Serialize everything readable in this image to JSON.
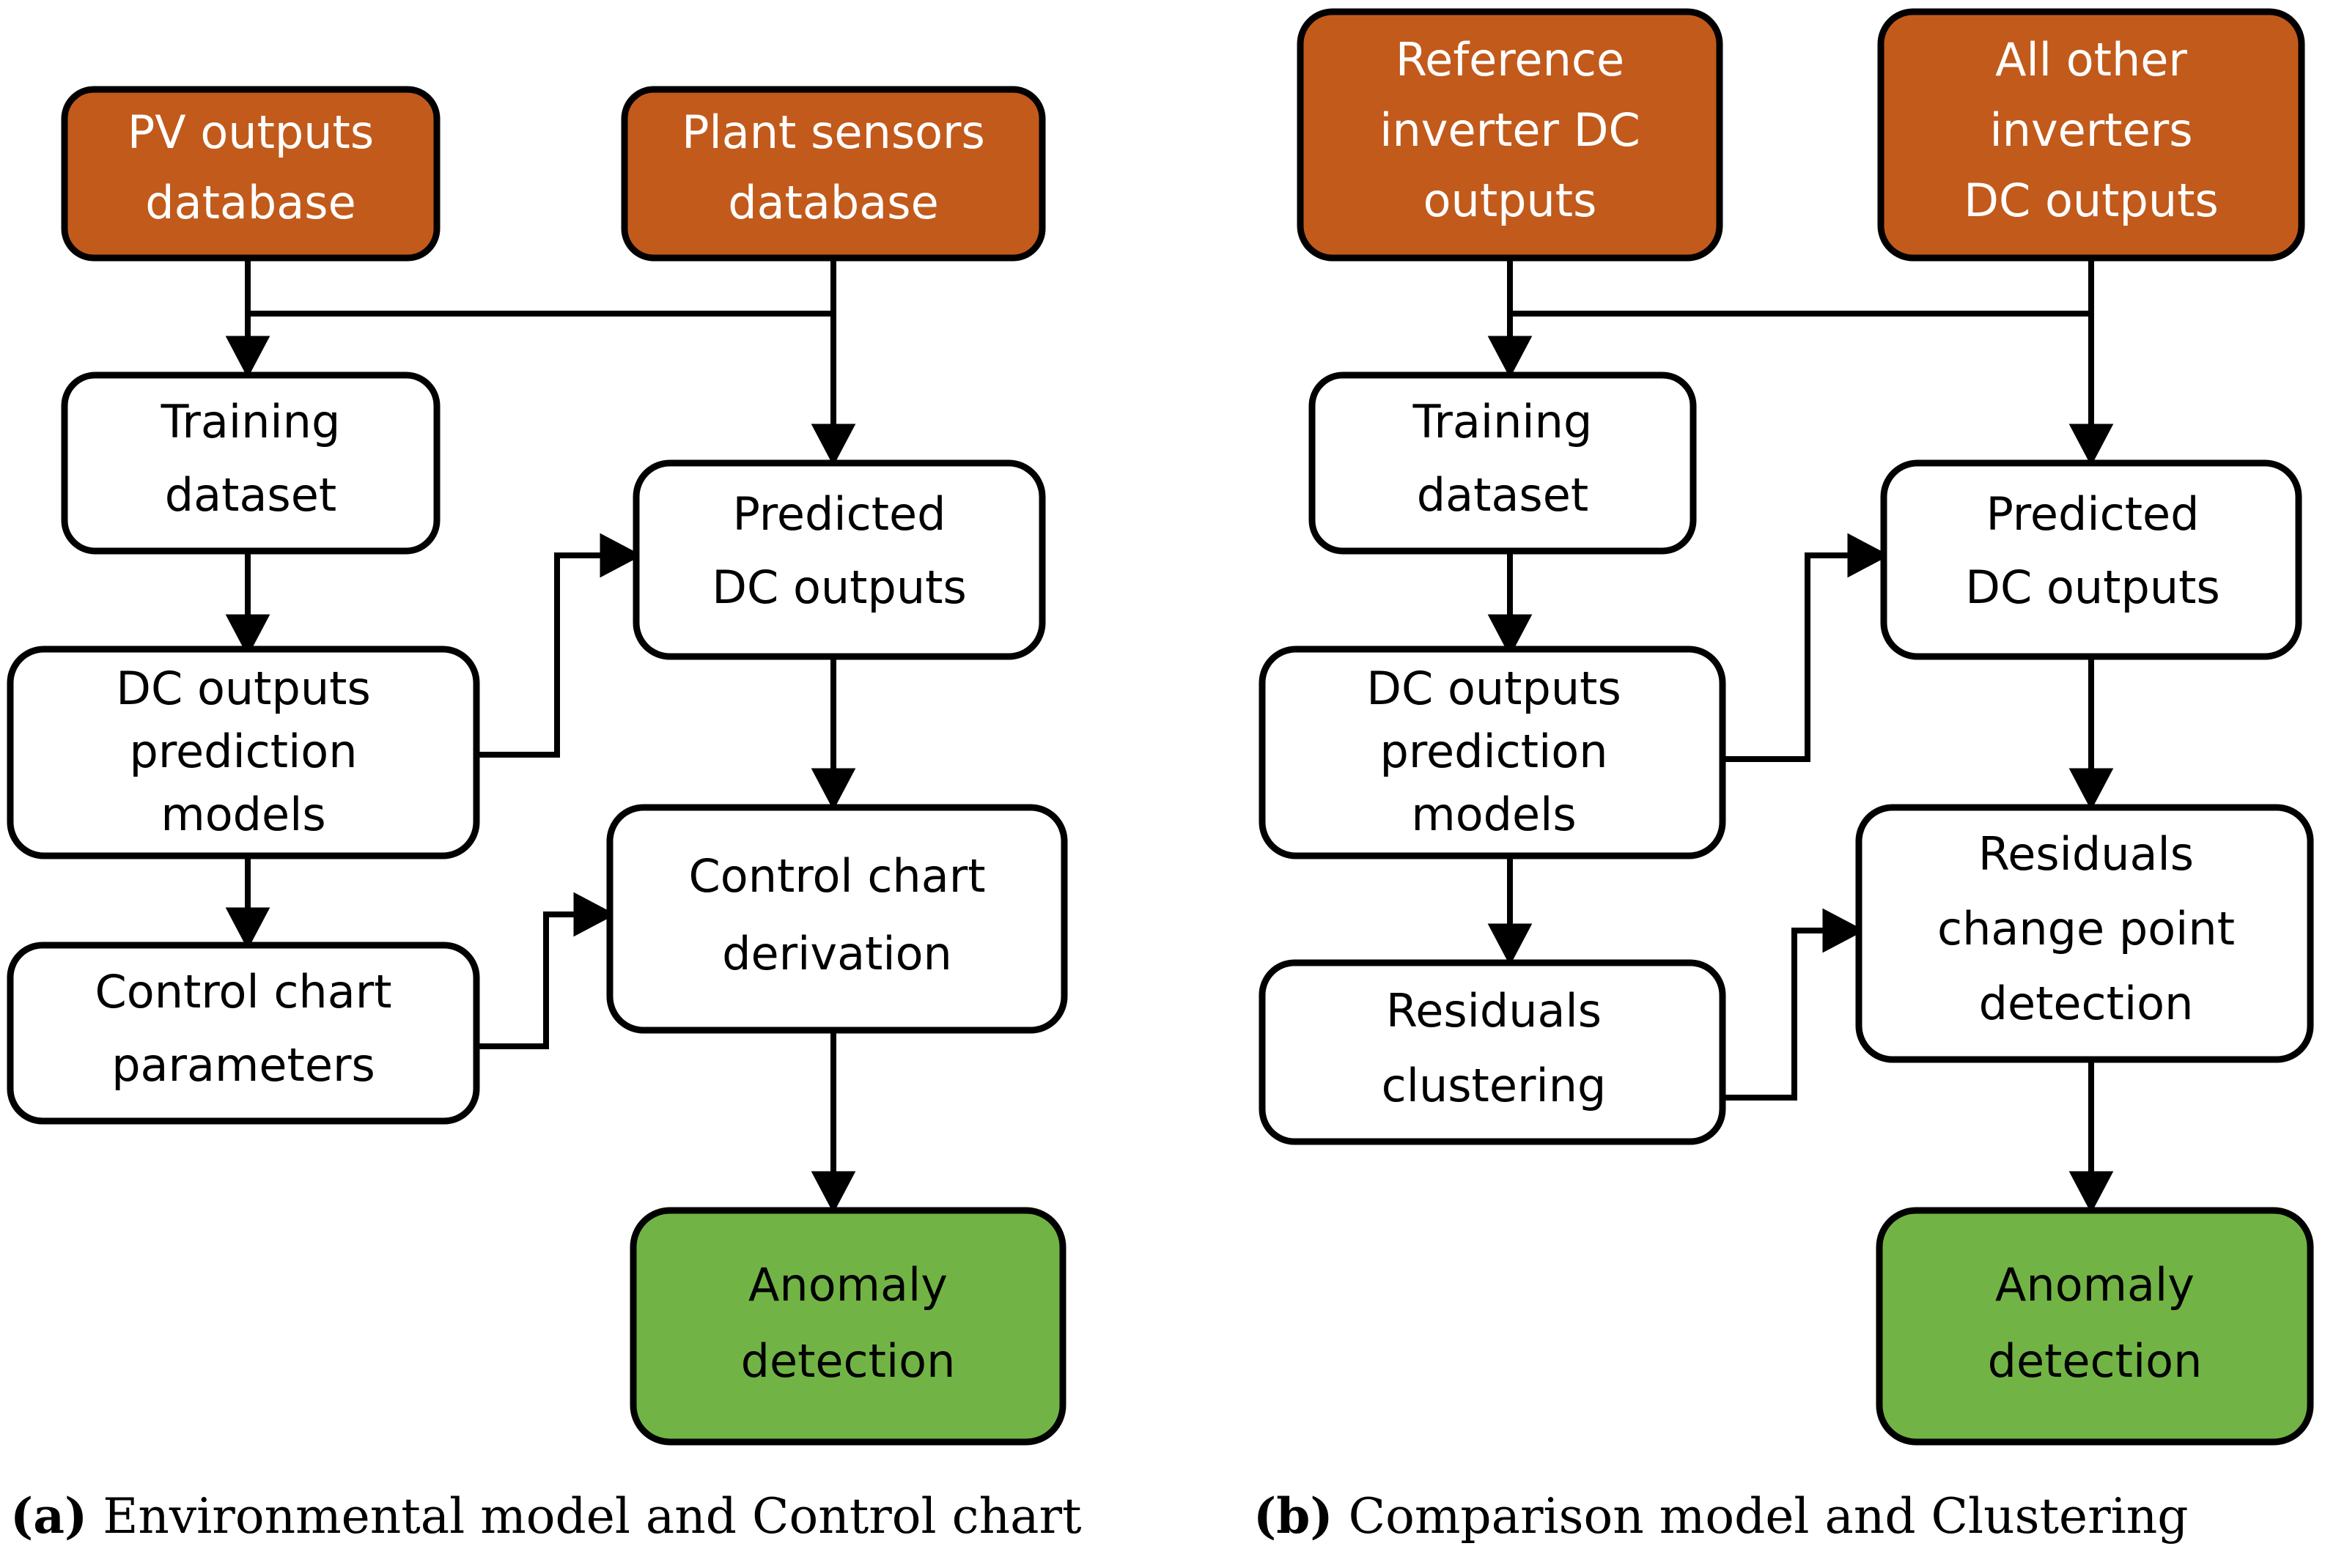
{
  "figure": {
    "type": "flowchart",
    "panels": [
      {
        "id": "a",
        "caption_letter": "(a)",
        "caption_text": " Environmental model and Control chart",
        "nodes": [
          {
            "id": "a-pv-db",
            "label_line1": "PV outputs",
            "label_line2": "database",
            "label_line3": "",
            "color": "orange"
          },
          {
            "id": "a-sensors-db",
            "label_line1": "Plant sensors",
            "label_line2": "database",
            "label_line3": "",
            "color": "orange"
          },
          {
            "id": "a-training",
            "label_line1": "Training",
            "label_line2": "dataset",
            "label_line3": "",
            "color": "white"
          },
          {
            "id": "a-models",
            "label_line1": "DC outputs",
            "label_line2": "prediction",
            "label_line3": "models",
            "color": "white"
          },
          {
            "id": "a-cc-params",
            "label_line1": "Control chart",
            "label_line2": "parameters",
            "label_line3": "",
            "color": "white"
          },
          {
            "id": "a-predicted",
            "label_line1": "Predicted",
            "label_line2": "DC outputs",
            "label_line3": "",
            "color": "white"
          },
          {
            "id": "a-cc-deriv",
            "label_line1": "Control chart",
            "label_line2": "derivation",
            "label_line3": "",
            "color": "white"
          },
          {
            "id": "a-anomaly",
            "label_line1": "Anomaly",
            "label_line2": "detection",
            "label_line3": "",
            "color": "green"
          }
        ],
        "edges": [
          {
            "from": "a-pv-db",
            "to": "a-training"
          },
          {
            "from": "a-pv-db",
            "to": "a-predicted"
          },
          {
            "from": "a-sensors-db",
            "to": "a-predicted"
          },
          {
            "from": "a-training",
            "to": "a-models"
          },
          {
            "from": "a-models",
            "to": "a-cc-params"
          },
          {
            "from": "a-models",
            "to": "a-predicted"
          },
          {
            "from": "a-cc-params",
            "to": "a-cc-deriv"
          },
          {
            "from": "a-predicted",
            "to": "a-cc-deriv"
          },
          {
            "from": "a-cc-deriv",
            "to": "a-anomaly"
          }
        ]
      },
      {
        "id": "b",
        "caption_letter": "(b)",
        "caption_text": " Comparison model and Clustering",
        "nodes": [
          {
            "id": "b-ref-inv",
            "label_line1": "Reference",
            "label_line2": "inverter DC",
            "label_line3": "outputs",
            "color": "orange"
          },
          {
            "id": "b-all-inv",
            "label_line1": "All other",
            "label_line2": "inverters",
            "label_line3": "DC outputs",
            "color": "orange"
          },
          {
            "id": "b-training",
            "label_line1": "Training",
            "label_line2": "dataset",
            "label_line3": "",
            "color": "white"
          },
          {
            "id": "b-models",
            "label_line1": "DC outputs",
            "label_line2": "prediction",
            "label_line3": "models",
            "color": "white"
          },
          {
            "id": "b-clustering",
            "label_line1": "Residuals",
            "label_line2": "clustering",
            "label_line3": "",
            "color": "white"
          },
          {
            "id": "b-predicted",
            "label_line1": "Predicted",
            "label_line2": "DC outputs",
            "label_line3": "",
            "color": "white"
          },
          {
            "id": "b-changepoint",
            "label_line1": "Residuals",
            "label_line2": "change point",
            "label_line3": "detection",
            "color": "white"
          },
          {
            "id": "b-anomaly",
            "label_line1": "Anomaly",
            "label_line2": "detection",
            "label_line3": "",
            "color": "green"
          }
        ],
        "edges": [
          {
            "from": "b-ref-inv",
            "to": "b-training"
          },
          {
            "from": "b-ref-inv",
            "to": "b-predicted"
          },
          {
            "from": "b-all-inv",
            "to": "b-predicted"
          },
          {
            "from": "b-training",
            "to": "b-models"
          },
          {
            "from": "b-models",
            "to": "b-clustering"
          },
          {
            "from": "b-models",
            "to": "b-predicted"
          },
          {
            "from": "b-clustering",
            "to": "b-changepoint"
          },
          {
            "from": "b-predicted",
            "to": "b-changepoint"
          },
          {
            "from": "b-changepoint",
            "to": "b-anomaly"
          }
        ]
      }
    ],
    "colors": {
      "source_node": "#C25A1B",
      "process_node": "#FFFFFF",
      "outcome_node": "#71B445",
      "stroke": "#000000",
      "source_text": "#FFFFFF",
      "process_text": "#000000"
    }
  }
}
